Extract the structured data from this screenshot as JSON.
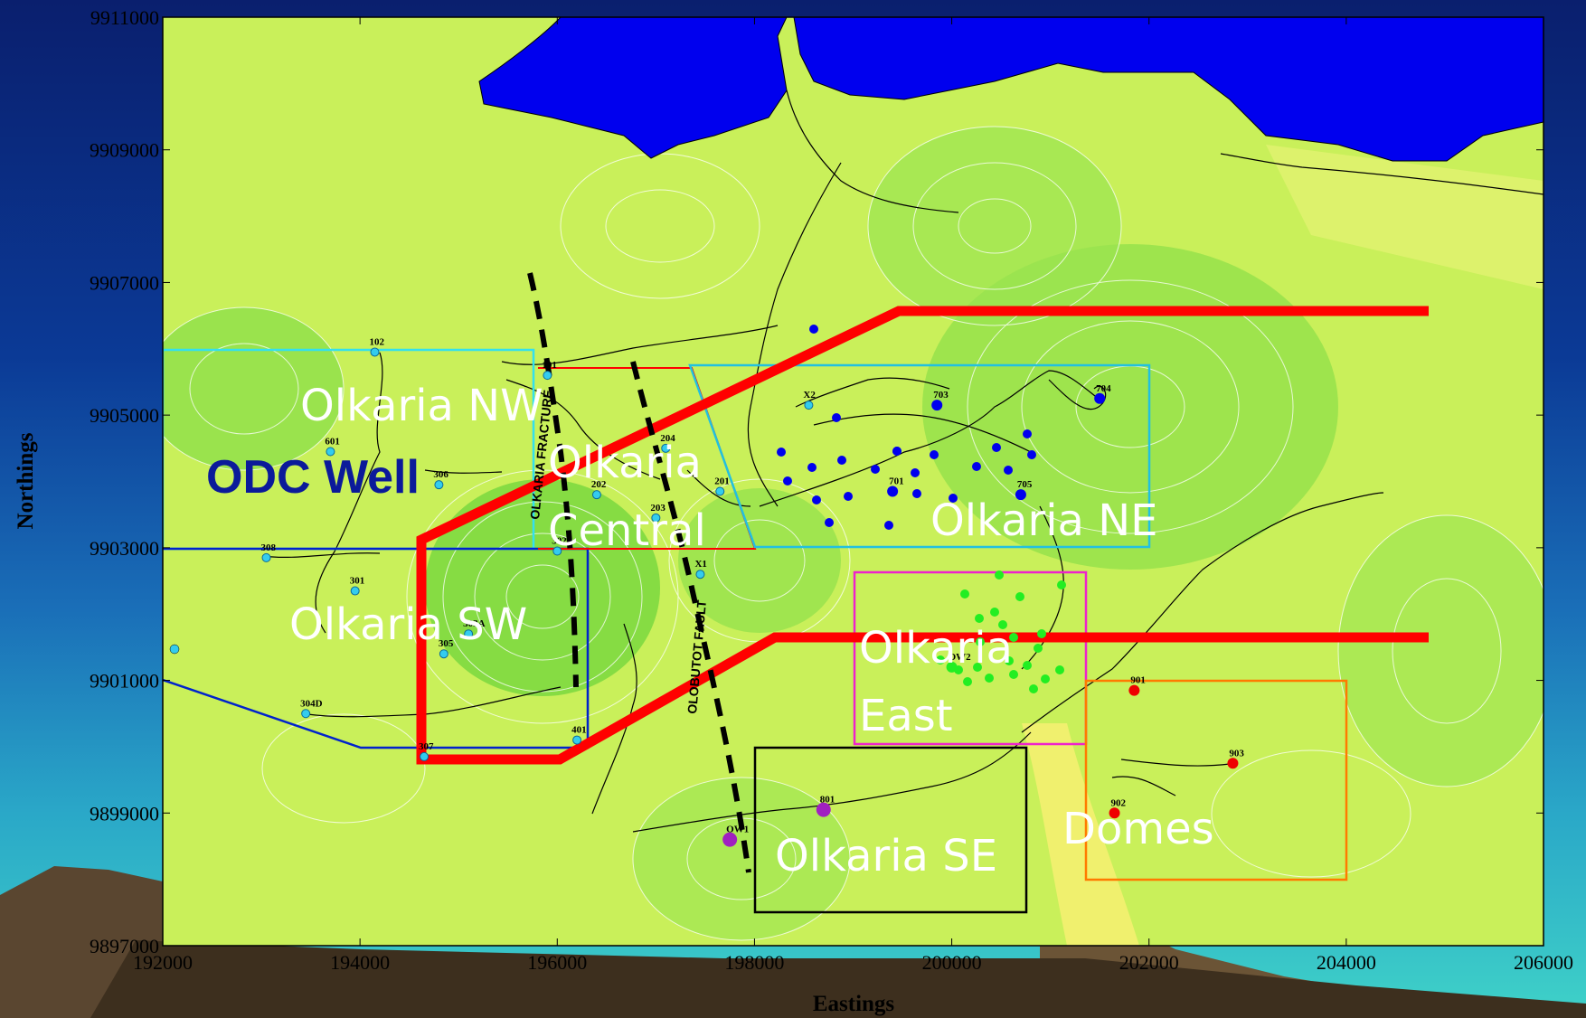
{
  "axes": {
    "xlabel": "Eastings",
    "ylabel": "Northings",
    "xlim": [
      192000,
      206000
    ],
    "ylim": [
      9897000,
      9911000
    ],
    "xticks": [
      "192000",
      "194000",
      "196000",
      "198000",
      "200000",
      "202000",
      "204000",
      "206000"
    ],
    "yticks": [
      "9897000",
      "9899000",
      "9901000",
      "9903000",
      "9905000",
      "9907000",
      "9909000",
      "9911000"
    ]
  },
  "labels": {
    "odc_well": "ODC Well",
    "olkaria_nw": "Olkaria NW",
    "olkaria_central_1": "Olkaria",
    "olkaria_central_2": "Central",
    "olkaria_ne": "Olkaria NE",
    "olkaria_sw": "Olkaria SW",
    "olkaria_east_1": "Olkaria",
    "olkaria_east_2": "East",
    "olkaria_se": "Olkaria SE",
    "domes": "Domes",
    "fault_1": "OLKARIA FRACTURE",
    "fault_2": "OLOBUTOT FAULT"
  },
  "colors": {
    "land": "#c9f05a",
    "lake": "#0000ee",
    "zone_boundary": "#ff0000",
    "nw_box": "#33e0ee",
    "ne_box": "#22c0e0",
    "sw_box": "#0022cc",
    "central_box": "#ff0000",
    "east_box": "#ee22cc",
    "domes_box": "#ff7a00",
    "se_box": "#000000"
  },
  "wells": [
    {
      "id": "102",
      "e": 194150,
      "n": 9905950,
      "type": "cyan"
    },
    {
      "id": "101",
      "e": 195900,
      "n": 9905600,
      "type": "cyan"
    },
    {
      "id": "601",
      "e": 193700,
      "n": 9904450,
      "type": "cyan"
    },
    {
      "id": "306",
      "e": 194800,
      "n": 9903950,
      "type": "cyan"
    },
    {
      "id": "308",
      "e": 193050,
      "n": 9902850,
      "type": "cyan"
    },
    {
      "id": "301",
      "e": 193950,
      "n": 9902350,
      "type": "cyan"
    },
    {
      "id": "302",
      "e": 196000,
      "n": 9902950,
      "type": "cyan"
    },
    {
      "id": "303A",
      "e": 195100,
      "n": 9901700,
      "type": "cyan"
    },
    {
      "id": "305",
      "e": 194850,
      "n": 9901400,
      "type": "cyan"
    },
    {
      "id": "304D",
      "e": 193450,
      "n": 9900500,
      "type": "cyan"
    },
    {
      "id": "307",
      "e": 194650,
      "n": 9899850,
      "type": "cyan"
    },
    {
      "id": "401",
      "e": 196200,
      "n": 9900100,
      "type": "cyan"
    },
    {
      "id": "202",
      "e": 196400,
      "n": 9903800,
      "type": "cyan"
    },
    {
      "id": "203",
      "e": 197000,
      "n": 9903450,
      "type": "cyan"
    },
    {
      "id": "204",
      "e": 197100,
      "n": 9904500,
      "type": "cyan"
    },
    {
      "id": "201",
      "e": 197650,
      "n": 9903850,
      "type": "cyan"
    },
    {
      "id": "X1",
      "e": 197450,
      "n": 9902600,
      "type": "cyan"
    },
    {
      "id": "X2",
      "e": 198550,
      "n": 9905150,
      "type": "cyan"
    },
    {
      "id": "703",
      "e": 199850,
      "n": 9905150,
      "type": "blue"
    },
    {
      "id": "704",
      "e": 201500,
      "n": 9905250,
      "type": "blue"
    },
    {
      "id": "701",
      "e": 199400,
      "n": 9903850,
      "type": "blue"
    },
    {
      "id": "705",
      "e": 200700,
      "n": 9903800,
      "type": "blue"
    },
    {
      "id": "OW2",
      "e": 200000,
      "n": 9901200,
      "type": "green"
    },
    {
      "id": "901",
      "e": 201850,
      "n": 9900850,
      "type": "red"
    },
    {
      "id": "903",
      "e": 202850,
      "n": 9899750,
      "type": "red"
    },
    {
      "id": "902",
      "e": 201650,
      "n": 9899000,
      "type": "red"
    },
    {
      "id": "801",
      "e": 198700,
      "n": 9899050,
      "type": "purple"
    },
    {
      "id": "OW1",
      "e": 197750,
      "n": 9898600,
      "type": "purple"
    }
  ]
}
